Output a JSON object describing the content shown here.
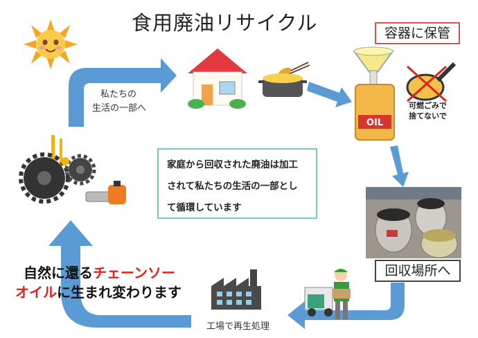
{
  "title": "食用廃油リサイクル",
  "container_label": "容器に保管",
  "life_label_1": "私たちの",
  "life_label_2": "生活の一部へ",
  "no_trash_1": "可燃ごみで",
  "no_trash_2": "捨てないで",
  "center_text": [
    "家庭から回収された廃油は加工",
    "されて私たちの生活の一部とし",
    "て循環しています"
  ],
  "collect_label": "回収場所へ",
  "factory_label": "工場で再生処理",
  "bottom_msg": {
    "line1_pre": "自然に還る",
    "line1_red": "チェーンソー",
    "line2_red": "オイル",
    "line2_post": "に生まれ変わります"
  },
  "oil_can_text": "OIL",
  "colors": {
    "arrow": "#5b9bd5",
    "accent_red": "#e0211d",
    "box_green": "#7fc9a5",
    "box_red": "#d9534f"
  }
}
